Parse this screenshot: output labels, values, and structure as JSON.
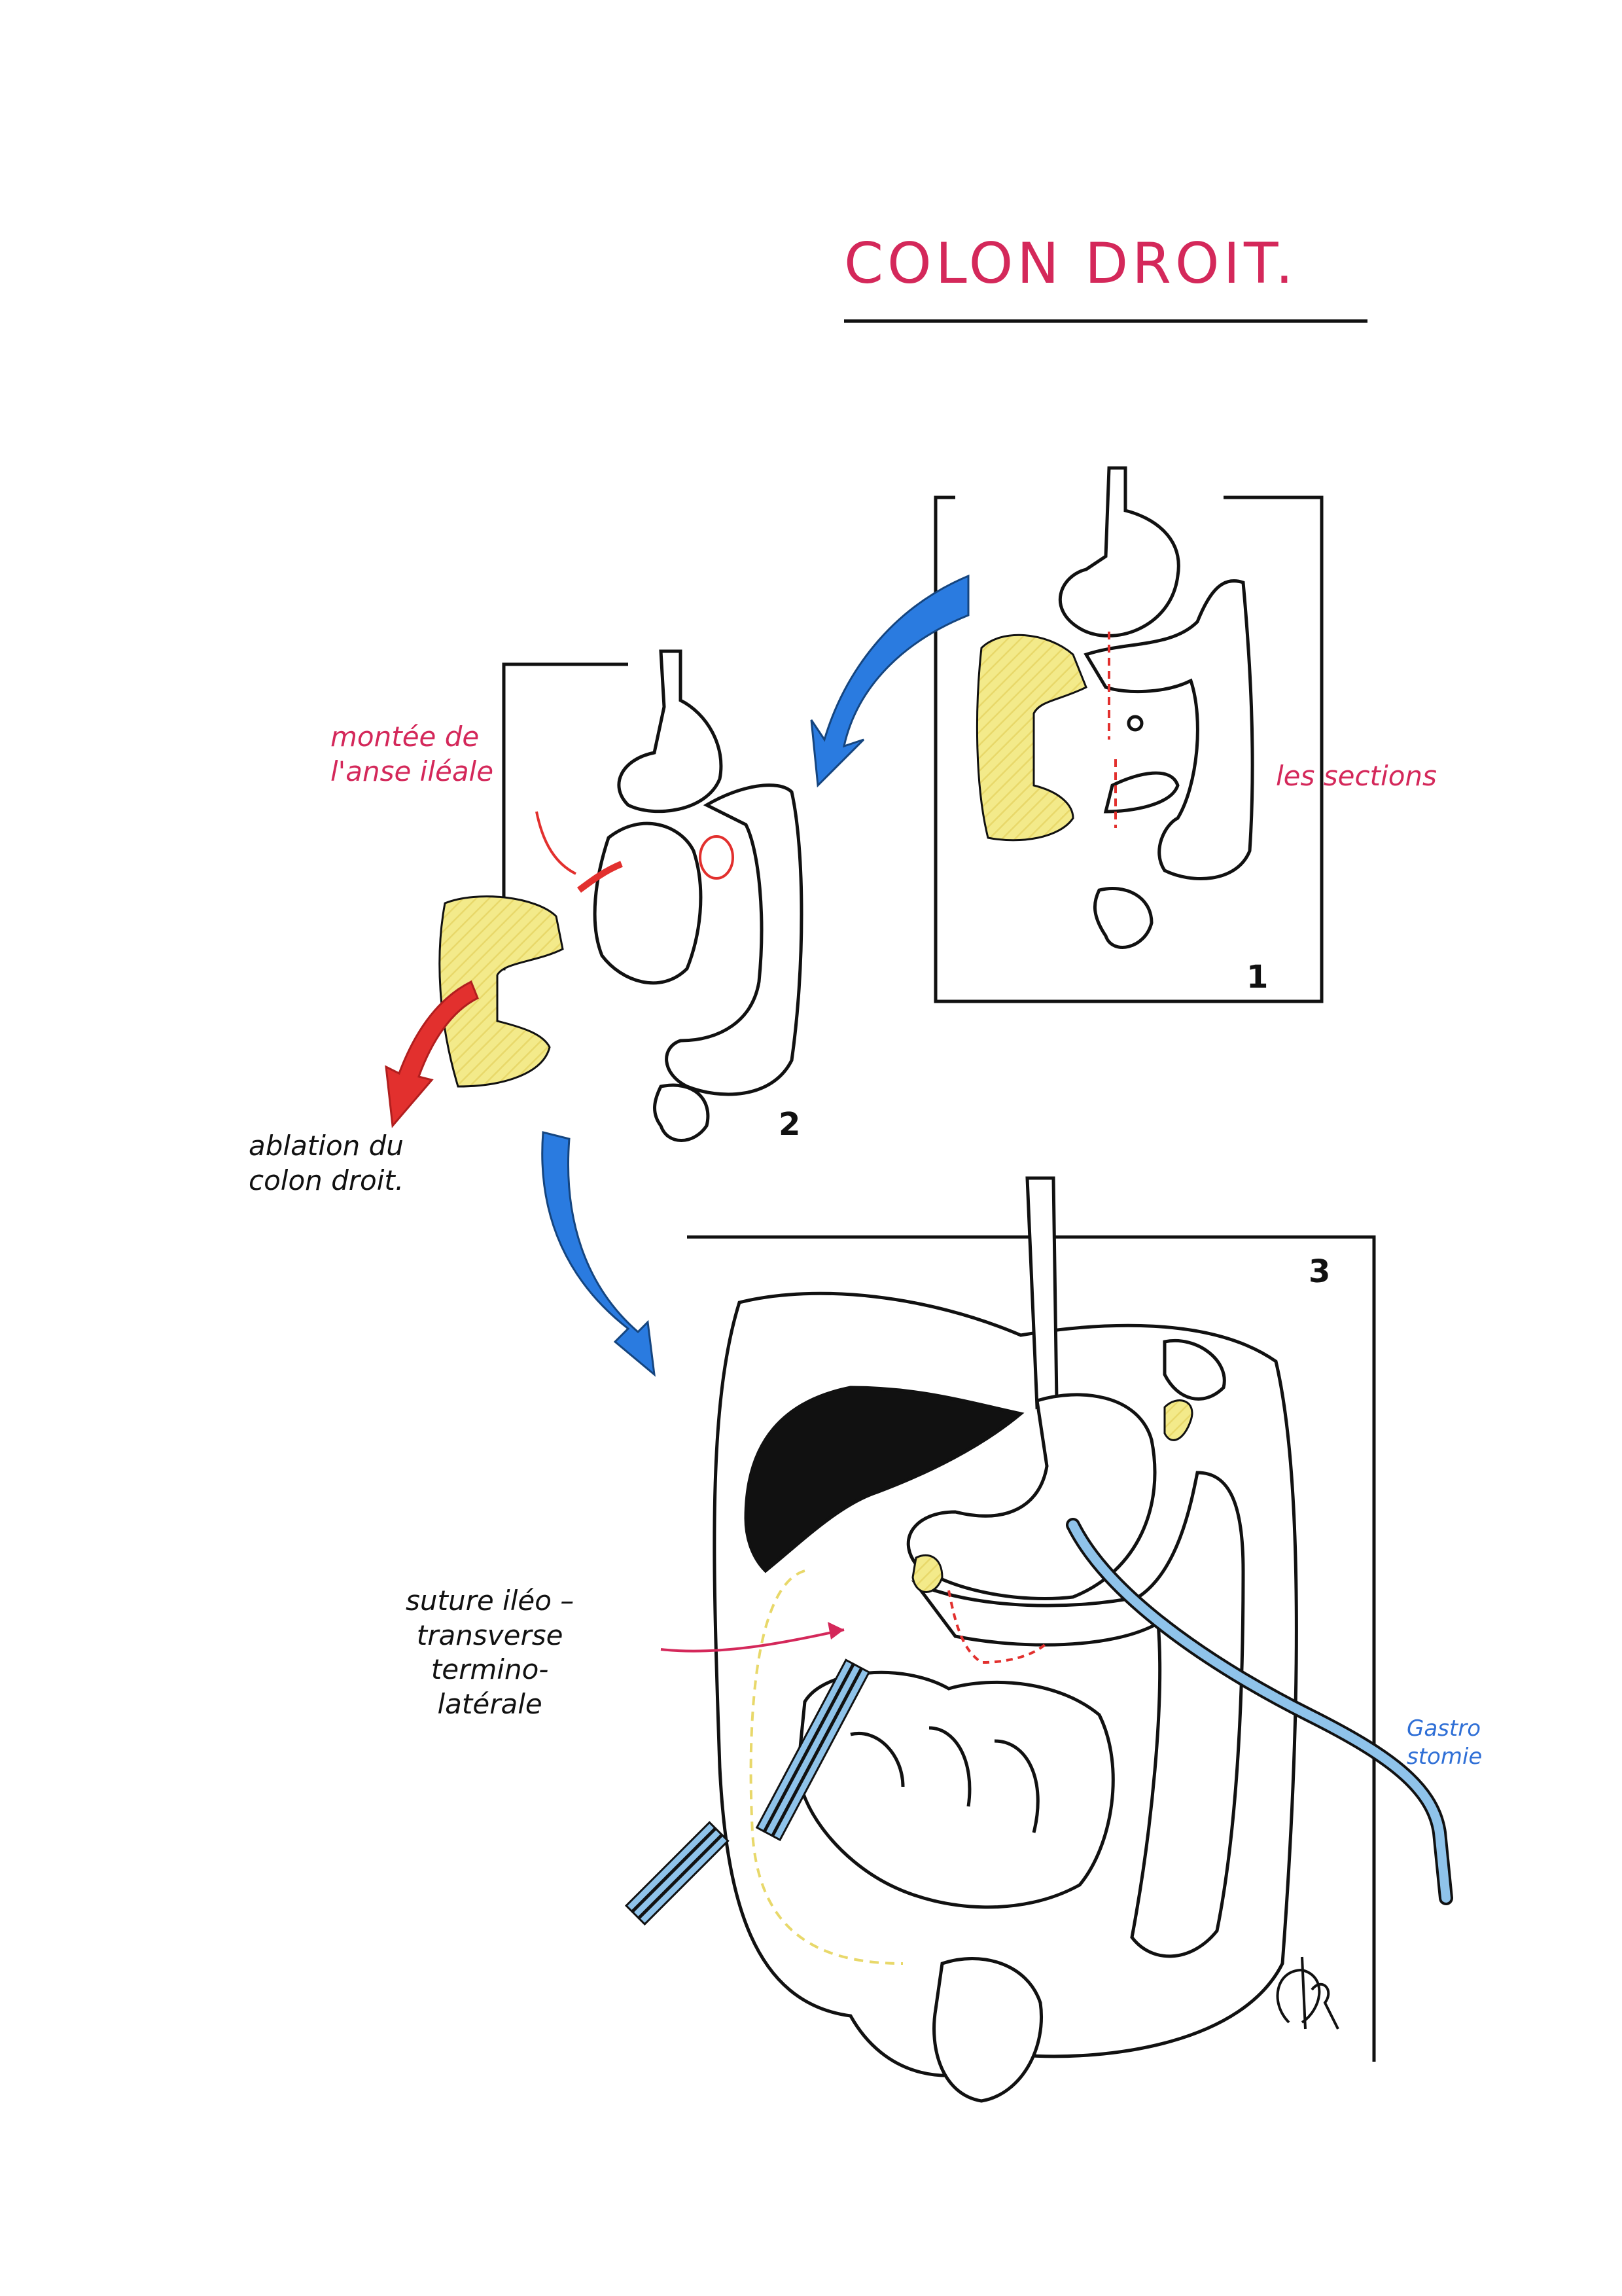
{
  "title": "COLON DROIT.",
  "panels": [
    {
      "number": "1"
    },
    {
      "number": "2"
    },
    {
      "number": "3"
    }
  ],
  "labels": {
    "sections": "les sections",
    "montee": "montée de\nl'anse iléale",
    "ablation": "ablation du\ncolon droit.",
    "suture": "suture iléo –\ntransverse\ntermino-\nlatérale",
    "gastro": "Gastro\nstomie"
  },
  "colors": {
    "title": "#d4285a",
    "annotation_red": "#d4285a",
    "arrow_blue": "#2a7be0",
    "arrow_red": "#e2302e",
    "colon_yellow": "#f3ea8a",
    "tube_blue": "#8fc3ea"
  }
}
